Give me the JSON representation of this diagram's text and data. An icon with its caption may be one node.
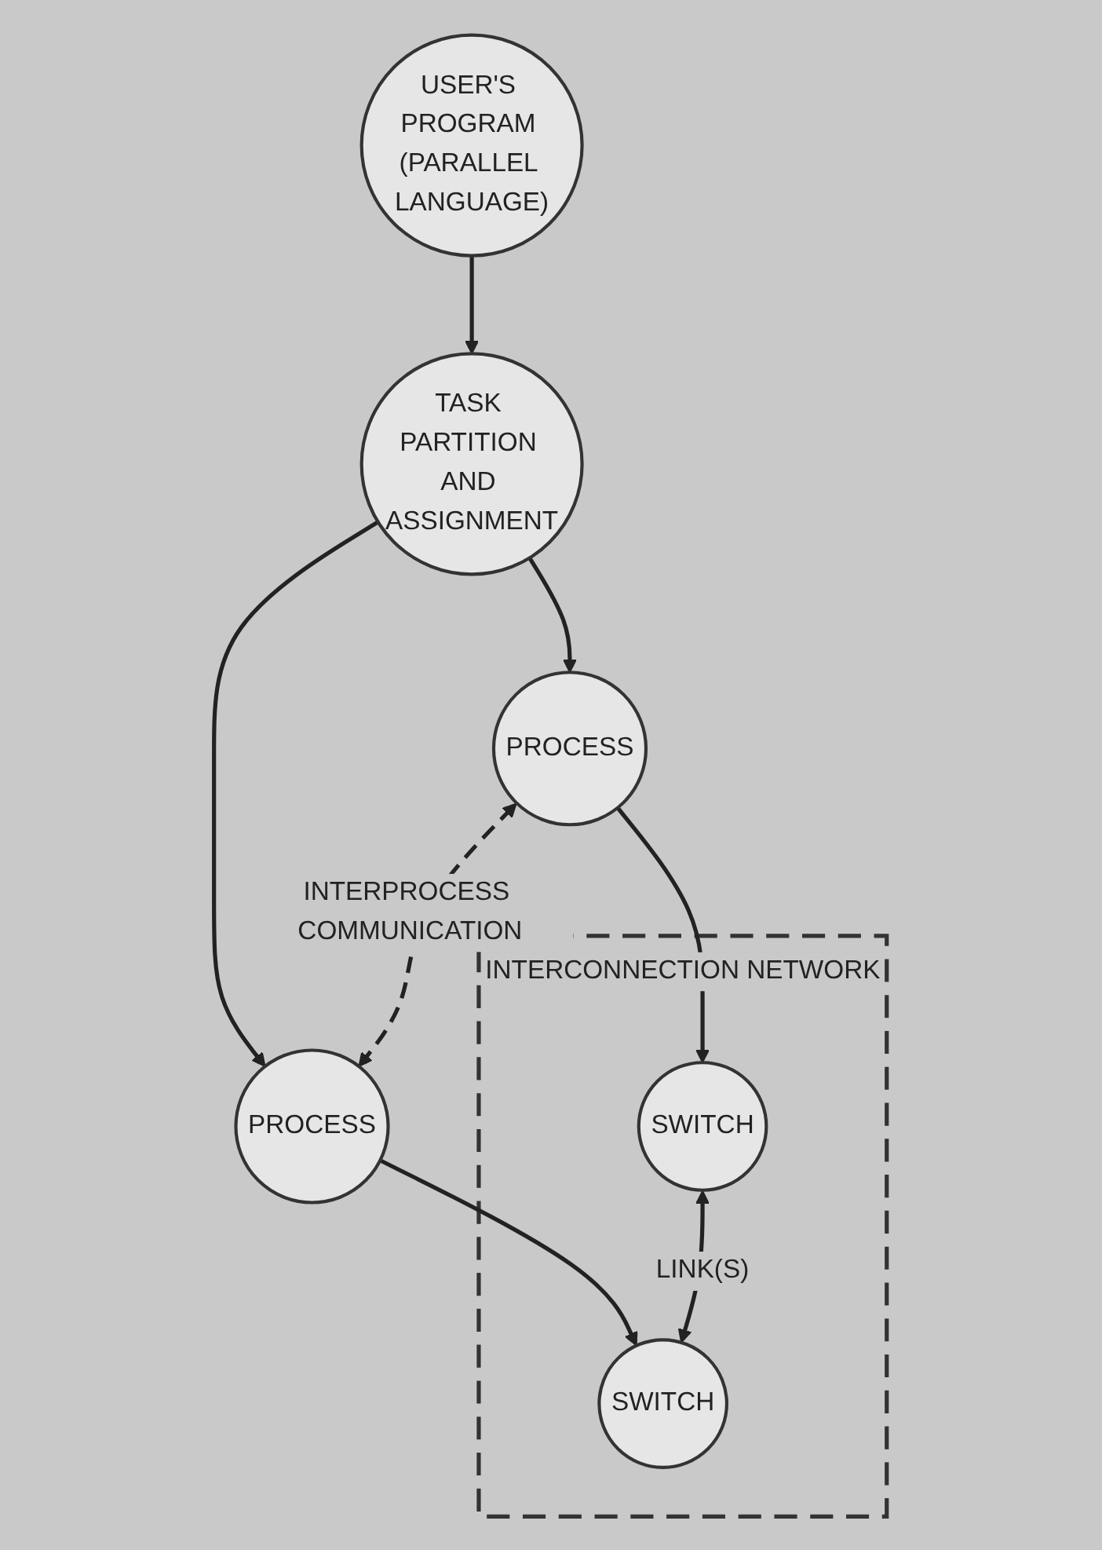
{
  "diagram": {
    "nodes": [
      {
        "text": [
          "USER'S PROGRAM (PARALLEL LANGUAGE)"
        ]
      },
      {
        "text": [
          "TASK PARTITION AND ASSIGNMENT"
        ]
      },
      {
        "text": [
          "PROCESS"
        ]
      },
      {
        "text": [
          "PROCESS"
        ]
      },
      {
        "text": [
          "INTERCONNECTION NETWORK"
        ]
      },
      {
        "text": [
          "SWITCH"
        ],
        "in": 4
      },
      {
        "text": [
          "SWITCH"
        ],
        "in": 4
      }
    ],
    "edges": [
      {
        "from": 0,
        "to": 1,
        "arrow": "to"
      },
      {
        "from": 1,
        "to": 2,
        "arrow": "to"
      },
      {
        "from": 1,
        "to": 3,
        "arrow": "to"
      },
      {
        "from": 2,
        "to": 3,
        "arrow": "both",
        "style": "dashed",
        "label": "INTERPROCESS COMMUNICATION"
      },
      {
        "from": 2,
        "to": 5,
        "arrow": "to"
      },
      {
        "from": 3,
        "to": 6,
        "arrow": "to"
      },
      {
        "from": 5,
        "to": 6,
        "arrow": "both",
        "label": "LINK(S)"
      }
    ]
  }
}
